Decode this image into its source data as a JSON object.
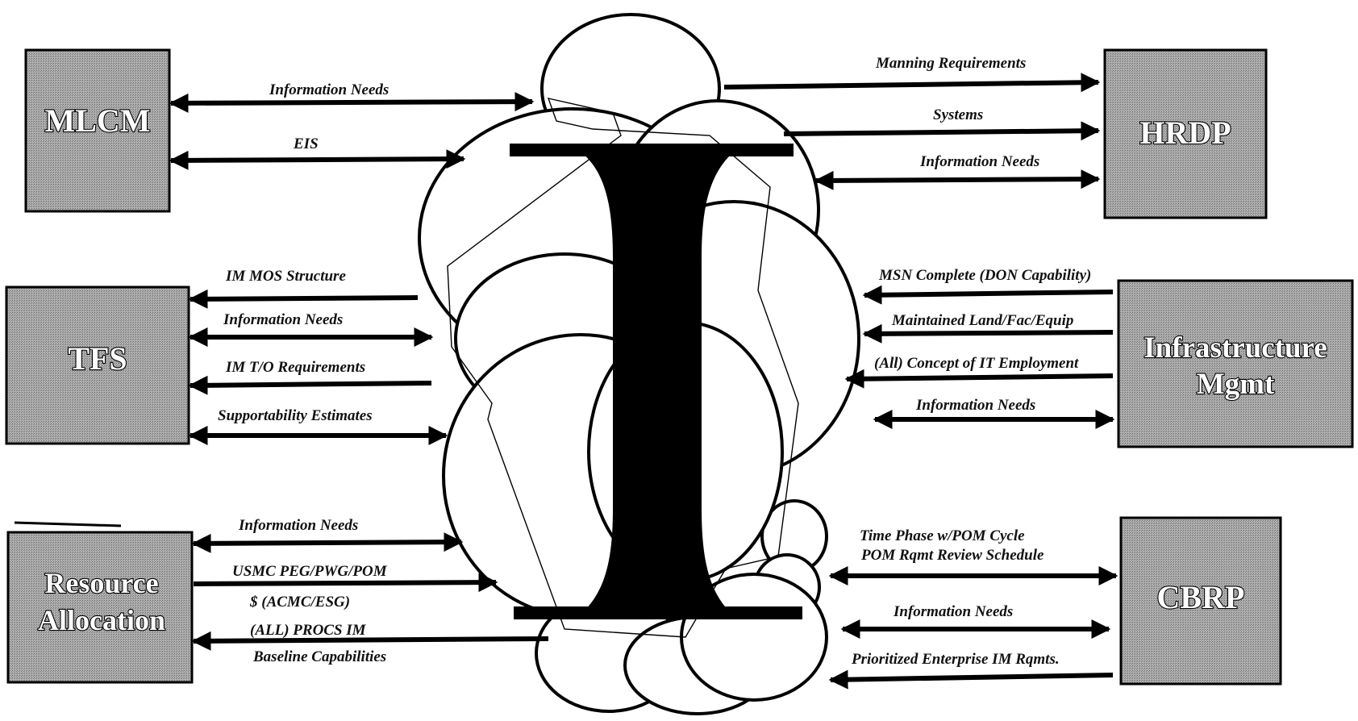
{
  "diagram": {
    "center_symbol": "I",
    "boxes": {
      "mlcm": "MLCM",
      "tfs": "TFS",
      "resource_allocation": [
        "Resource",
        "Allocation"
      ],
      "hrdp": "HRDP",
      "infrastructure_mgmt": [
        "Infrastructure",
        "Mgmt"
      ],
      "cbrp": "CBRP"
    },
    "flows": {
      "mlcm_information_needs": "Information Needs",
      "mlcm_eis": "EIS",
      "tfs_im_mos_structure": "IM  MOS Structure",
      "tfs_information_needs": "Information Needs",
      "tfs_im_to_requirements": "IM  T/O  Requirements",
      "tfs_supportability_estimates": "Supportability Estimates",
      "ra_information_needs": "Information Needs",
      "ra_usmc_peg": "USMC PEG/PWG/POM",
      "ra_acmc_esg": "$ (ACMC/ESG)",
      "ra_all_procs": "(ALL) PROCS IM",
      "ra_baseline": "Baseline Capabilities",
      "hrdp_manning": "Manning  Requirements",
      "hrdp_systems": "Systems",
      "hrdp_information_needs": "Information Needs",
      "im_msn_complete": "MSN Complete (DON Capability)",
      "im_maintained": "Maintained Land/Fac/Equip",
      "im_concept": "(All) Concept of IT Employment",
      "im_information_needs": "Information Needs",
      "cbrp_time_phase": "Time Phase w/POM Cycle",
      "cbrp_pom_review": "POM Rqmt Review Schedule",
      "cbrp_information_needs": "Information Needs",
      "cbrp_prioritized": "Prioritized Enterprise IM Rqmts."
    },
    "colors": {
      "box_fill": "#a6a6a6",
      "line": "#000000",
      "background": "#ffffff"
    }
  }
}
